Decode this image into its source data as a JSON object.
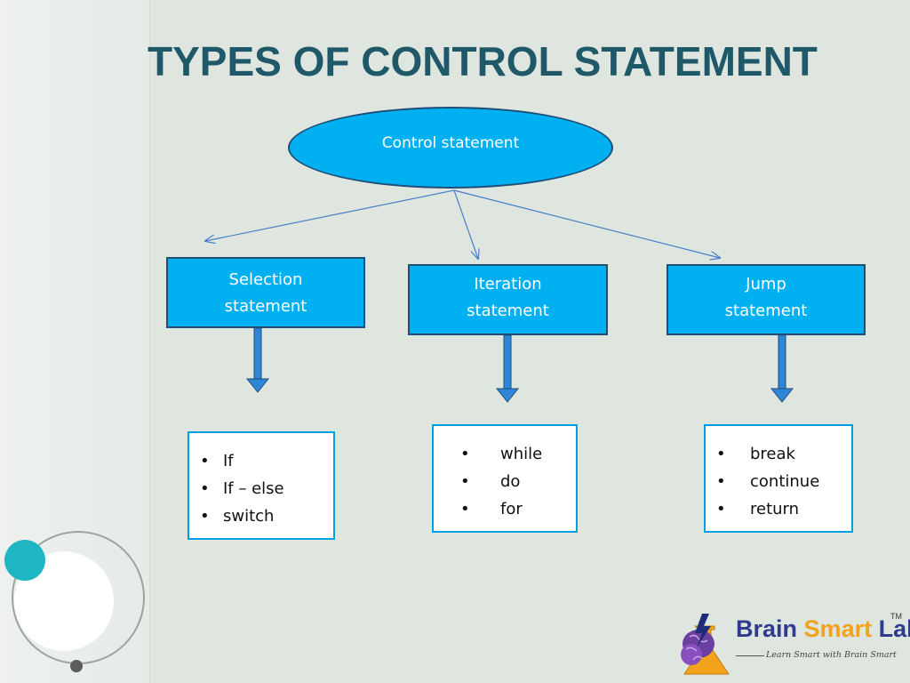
{
  "title": "TYPES OF CONTROL STATEMENT",
  "root": {
    "label": "Control statement"
  },
  "categories": [
    {
      "line1": "Selection",
      "line2": "statement",
      "items": [
        "If",
        "If – else",
        "switch"
      ]
    },
    {
      "line1": "Iteration",
      "line2": "statement",
      "items": [
        "while",
        "do",
        "for"
      ]
    },
    {
      "line1": "Jump",
      "line2": "statement",
      "items": [
        "break",
        "continue",
        "return"
      ]
    }
  ],
  "bullet": "•",
  "logo": {
    "brand_word1": "Brain",
    "brand_word2": "Smart",
    "brand_word3": "Labs",
    "trademark": "TM",
    "tagline": "Learn Smart with Brain Smart"
  },
  "colors": {
    "background": "#dfe6e0",
    "title": "#1f5868",
    "box_fill": "#00b0f0",
    "box_border": "#1f4e79",
    "list_border": "#00a0e0",
    "arrow": "#4a7ec9",
    "block_arrow": "#2f86d6"
  }
}
